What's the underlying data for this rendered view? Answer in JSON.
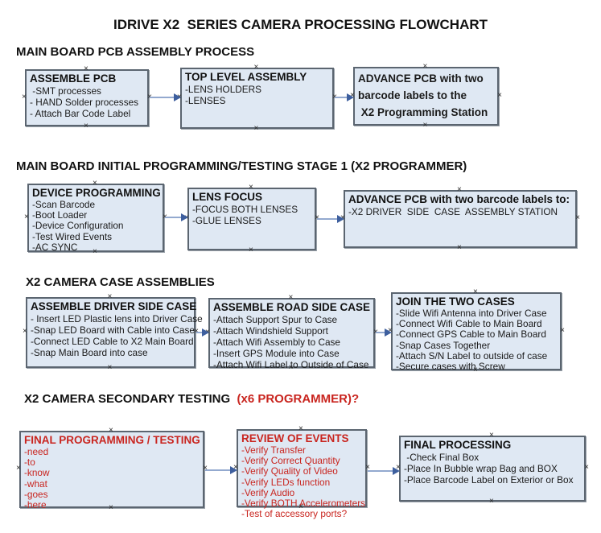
{
  "title": "IDRIVE X2  SERIES CAMERA PROCESSING FLOWCHART",
  "colors": {
    "box_fill": "#dfe8f3",
    "box_border": "#5b6570",
    "arrow_line": "#93a9cf",
    "arrow_head": "#3e5f9e",
    "red_text": "#c9251f",
    "black_text": "#1a1a1a"
  },
  "sections": [
    {
      "header": "MAIN BOARD PCB ASSEMBLY PROCESS",
      "boxes": [
        {
          "title": "ASSEMBLE PCB",
          "lines": [
            " -SMT processes",
            "- HAND Solder processes",
            "- Attach Bar Code Label"
          ]
        },
        {
          "title": "TOP LEVEL ASSEMBLY",
          "lines": [
            "-LENS HOLDERS",
            "-LENSES"
          ]
        },
        {
          "title": "",
          "lines": [
            "ADVANCE PCB with two",
            "barcode labels to the",
            " X2 Programming Station"
          ]
        }
      ]
    },
    {
      "header": "MAIN BOARD INITIAL PROGRAMMING/TESTING STAGE 1 (X2 PROGRAMMER)",
      "boxes": [
        {
          "title": "DEVICE PROGRAMMING",
          "lines": [
            "-Scan Barcode",
            "-Boot Loader",
            "-Device Configuration",
            "-Test Wired Events",
            "-AC SYNC"
          ]
        },
        {
          "title": "LENS FOCUS",
          "lines": [
            "-FOCUS BOTH LENSES",
            "-GLUE LENSES"
          ]
        },
        {
          "title": "ADVANCE PCB with two barcode labels to:",
          "lines": [
            "-X2 DRIVER  SIDE  CASE  ASSEMBLY STATION"
          ]
        }
      ]
    },
    {
      "header": "X2 CAMERA CASE ASSEMBLIES",
      "boxes": [
        {
          "title": "ASSEMBLE DRIVER SIDE CASE",
          "lines": [
            "- Insert LED Plastic lens into Driver Case",
            "-Snap LED Board with Cable into Case",
            "-Connect LED Cable to X2 Main Board",
            "-Snap Main Board into case"
          ]
        },
        {
          "title": "ASSEMBLE ROAD SIDE CASE",
          "lines": [
            "-Attach Support Spur to Case",
            "-Attach Windshield Support",
            "-Attach Wifi Assembly to Case",
            "-Insert GPS Module into Case",
            "-Attach Wifi Label to Outside of Case"
          ]
        },
        {
          "title": "JOIN THE TWO CASES",
          "lines": [
            "-Slide Wifi Antenna into Driver Case",
            "-Connect Wifi Cable to Main Board",
            "-Connect GPS Cable to Main Board",
            "-Snap Cases Together",
            "-Attach S/N Label to outside of case",
            "-Secure cases with Screw"
          ]
        }
      ]
    },
    {
      "header_black": "X2 CAMERA SECONDARY TESTING",
      "header_red": "  (x6 PROGRAMMER)?",
      "boxes": [
        {
          "title": "FINAL PROGRAMMING / TESTING",
          "lines": [
            "-need",
            "-to",
            "-know",
            "-what",
            "-goes",
            "-here"
          ]
        },
        {
          "title": "REVIEW OF EVENTS",
          "lines": [
            "-Verify Transfer",
            "-Verify Correct Quantity",
            "-Verify Quality of Video",
            "-Verify LEDs function",
            "-Verify Audio",
            "-Verify BOTH Accelerometers",
            "-Test of accessory ports?"
          ]
        },
        {
          "title": "FINAL PROCESSING",
          "lines": [
            " -Check Final Box",
            "-Place In Bubble wrap Bag and BOX",
            "-Place Barcode Label on Exterior or Box"
          ]
        }
      ]
    }
  ]
}
